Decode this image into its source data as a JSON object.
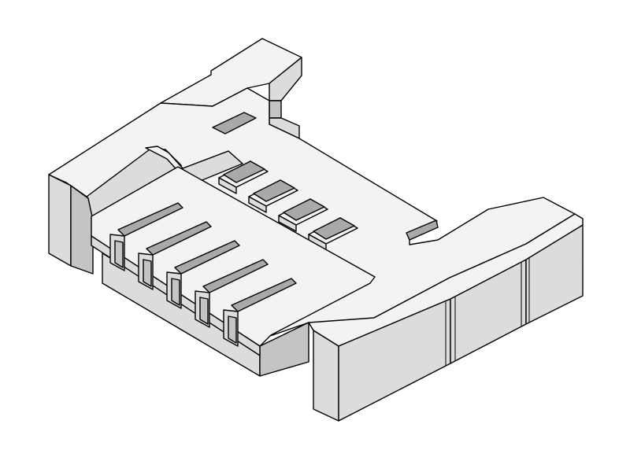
{
  "drawing": {
    "subject": "connector-housing-isometric",
    "colors": {
      "background": "#ffffff",
      "top_face": "#f3f3f3",
      "side_face": "#dcdcdc",
      "dark_face": "#c4c4c4",
      "shadow": "#a9a9a9",
      "outline": "#000000"
    },
    "contact_slots": 5,
    "latch_windows": 4
  }
}
